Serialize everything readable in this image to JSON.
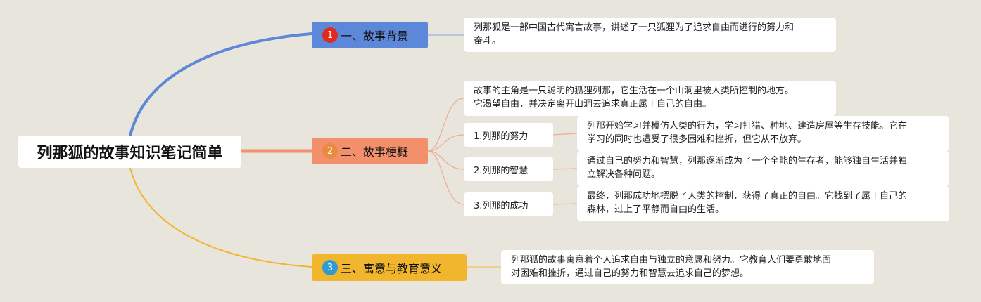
{
  "root": {
    "title": "列那狐的故事知识笔记简单"
  },
  "colors": {
    "background": "#e8e5dc",
    "branch1": "#5d87d8",
    "branch2": "#f3906c",
    "branch3": "#f1b52e",
    "badge1": "#e02a1c",
    "badge2": "#e98a40",
    "badge3": "#2f9ad4"
  },
  "branches": [
    {
      "number": "1",
      "label": "一、故事背景",
      "notes": [
        "列那狐是一部中国古代寓言故事，讲述了一只狐狸为了追求自由而进行的努力和\n奋斗。"
      ]
    },
    {
      "number": "2",
      "label": "二、故事梗概",
      "notes": [
        "故事的主角是一只聪明的狐狸列那，它生活在一个山洞里被人类所控制的地方。\n它渴望自由，并决定离开山洞去追求真正属于自己的自由。"
      ],
      "subtopics": [
        {
          "label": "1.列那的努力",
          "note": "列那开始学习并模仿人类的行为，学习打猎、种地、建造房屋等生存技能。它在\n学习的同时也遭受了很多困难和挫折，但它从不放弃。"
        },
        {
          "label": "2.列那的智慧",
          "note": "通过自己的努力和智慧，列那逐渐成为了一个全能的生存者，能够独自生活并独\n立解决各种问题。"
        },
        {
          "label": "3.列那的成功",
          "note": "最终，列那成功地摆脱了人类的控制，获得了真正的自由。它找到了属于自己的\n森林，过上了平静而自由的生活。"
        }
      ]
    },
    {
      "number": "3",
      "label": "三、寓意与教育意义",
      "notes": [
        "列那狐的故事寓意着个人追求自由与独立的意愿和努力。它教育人们要勇敢地面\n对困难和挫折，通过自己的努力和智慧去追求自己的梦想。"
      ]
    }
  ]
}
